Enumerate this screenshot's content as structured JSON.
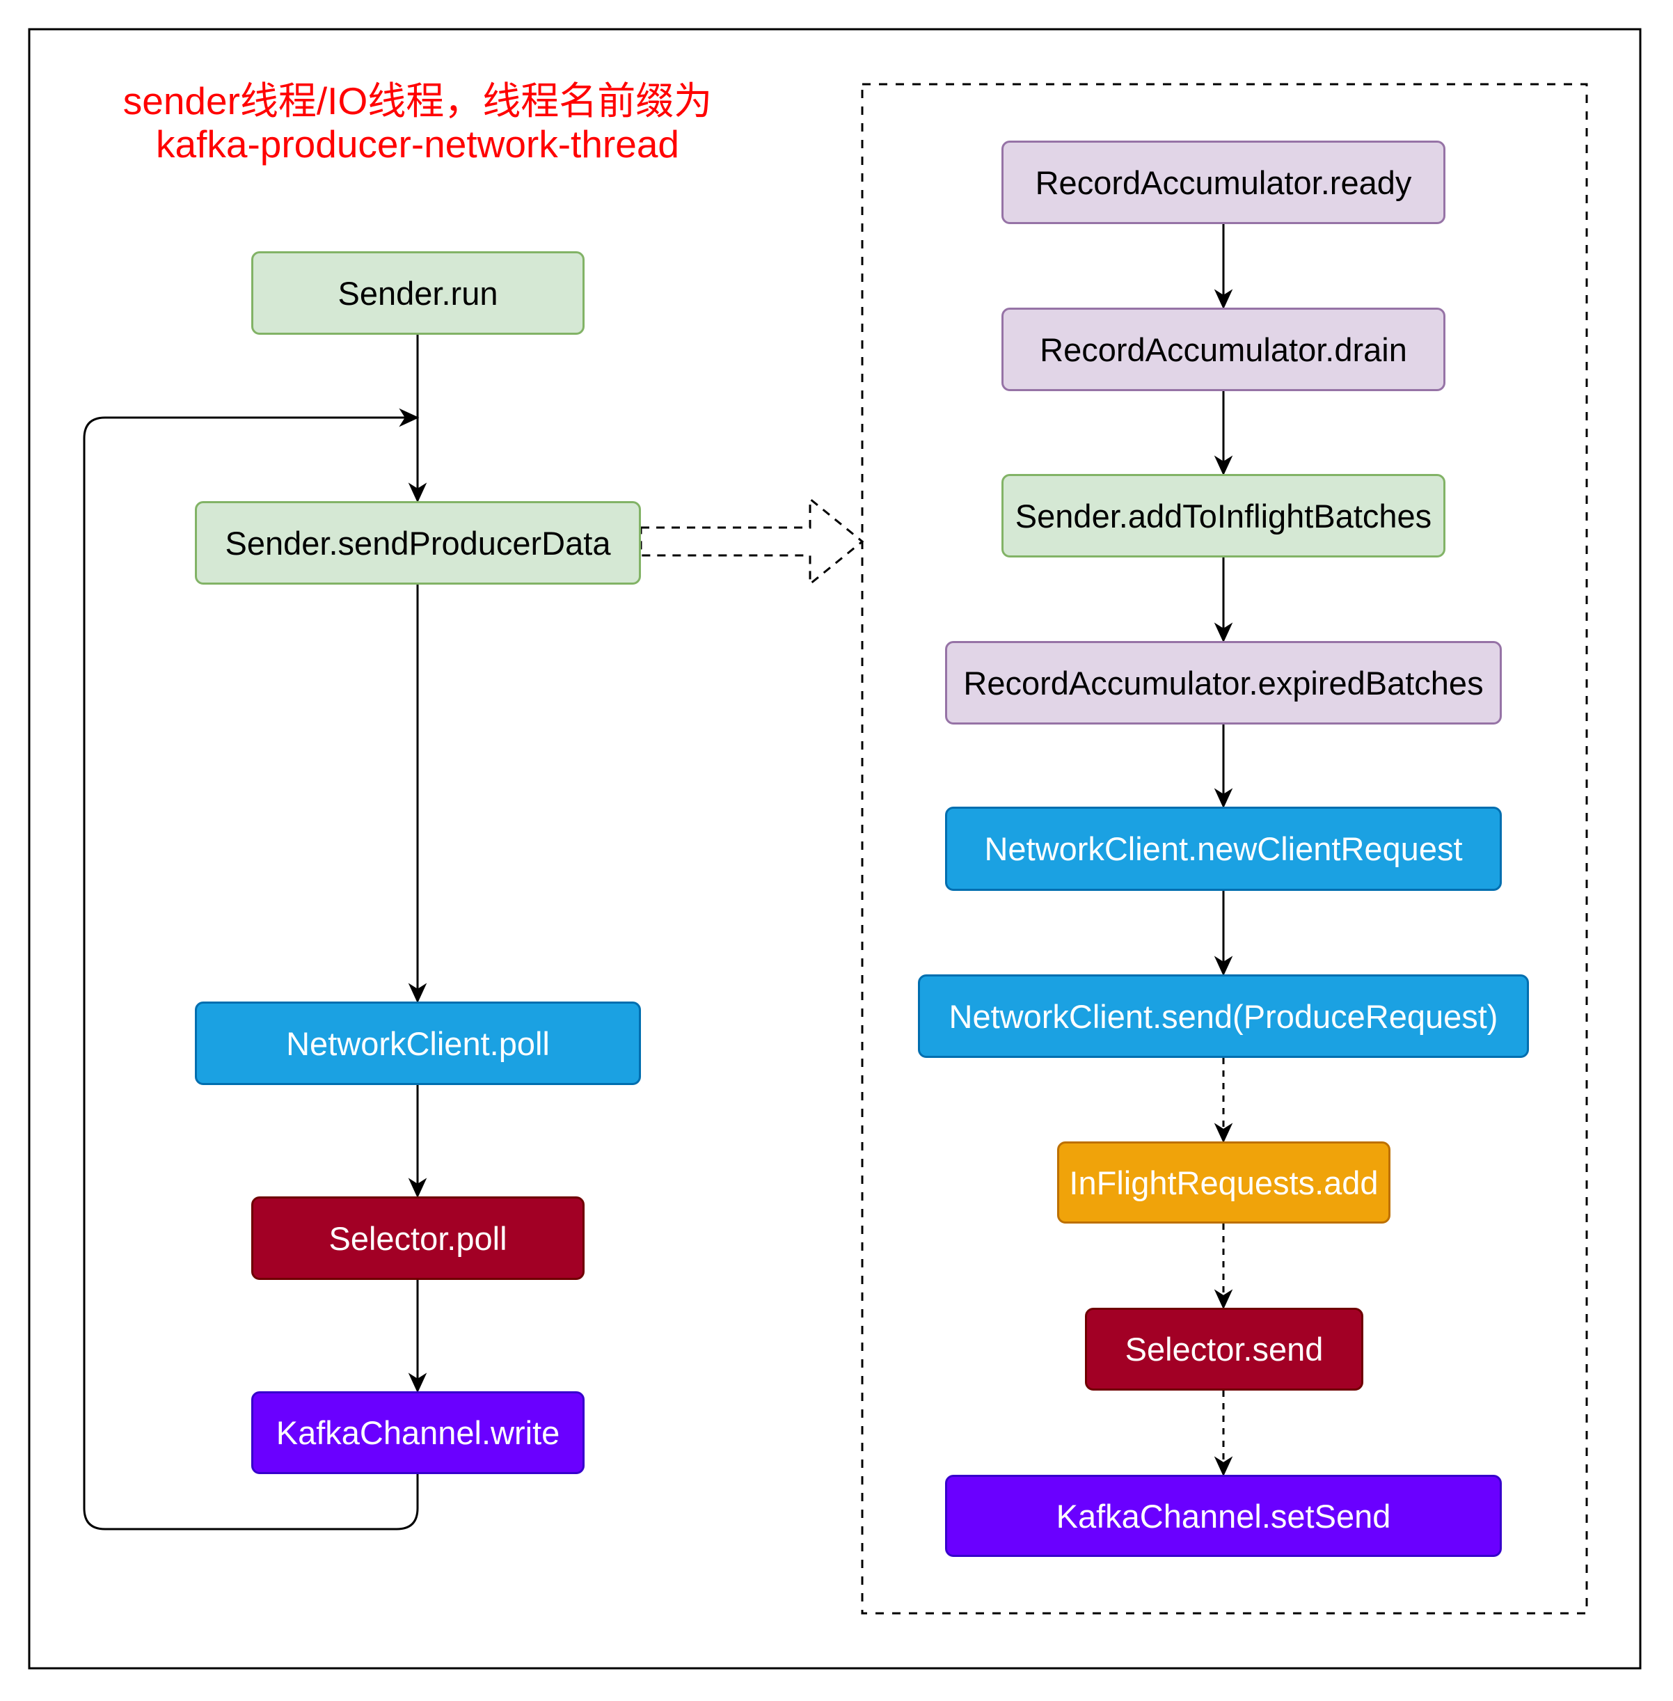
{
  "title": {
    "line1": "sender线程/IO线程，线程名前缀为",
    "line2": "kafka-producer-network-thread",
    "color": "#ff0000"
  },
  "left_flow": {
    "nodes": [
      {
        "label": "Sender.run",
        "fill": "#d5e8d4",
        "stroke": "#82b366",
        "text_color": "#000000"
      },
      {
        "label": "Sender.sendProducerData",
        "fill": "#d5e8d4",
        "stroke": "#82b366",
        "text_color": "#000000"
      },
      {
        "label": "NetworkClient.poll",
        "fill": "#1ba1e2",
        "stroke": "#006eaf",
        "text_color": "#ffffff"
      },
      {
        "label": "Selector.poll",
        "fill": "#a20025",
        "stroke": "#6f0000",
        "text_color": "#ffffff"
      },
      {
        "label": "KafkaChannel.write",
        "fill": "#6a00ff",
        "stroke": "#3700cc",
        "text_color": "#ffffff"
      }
    ]
  },
  "right_flow": {
    "nodes": [
      {
        "label": "RecordAccumulator.ready",
        "fill": "#e1d5e7",
        "stroke": "#9673a6",
        "text_color": "#000000"
      },
      {
        "label": "RecordAccumulator.drain",
        "fill": "#e1d5e7",
        "stroke": "#9673a6",
        "text_color": "#000000"
      },
      {
        "label": "Sender.addToInflightBatches",
        "fill": "#d5e8d4",
        "stroke": "#82b366",
        "text_color": "#000000"
      },
      {
        "label": "RecordAccumulator.expiredBatches",
        "fill": "#e1d5e7",
        "stroke": "#9673a6",
        "text_color": "#000000"
      },
      {
        "label": "NetworkClient.newClientRequest",
        "fill": "#1ba1e2",
        "stroke": "#006eaf",
        "text_color": "#ffffff"
      },
      {
        "label": "NetworkClient.send(ProduceRequest)",
        "fill": "#1ba1e2",
        "stroke": "#006eaf",
        "text_color": "#ffffff"
      },
      {
        "label": "InFlightRequests.add",
        "fill": "#f0a30a",
        "stroke": "#bd7000",
        "text_color": "#ffffff"
      },
      {
        "label": "Selector.send",
        "fill": "#a20025",
        "stroke": "#6f0000",
        "text_color": "#ffffff"
      },
      {
        "label": "KafkaChannel.setSend",
        "fill": "#6a00ff",
        "stroke": "#3700cc",
        "text_color": "#ffffff"
      }
    ]
  }
}
